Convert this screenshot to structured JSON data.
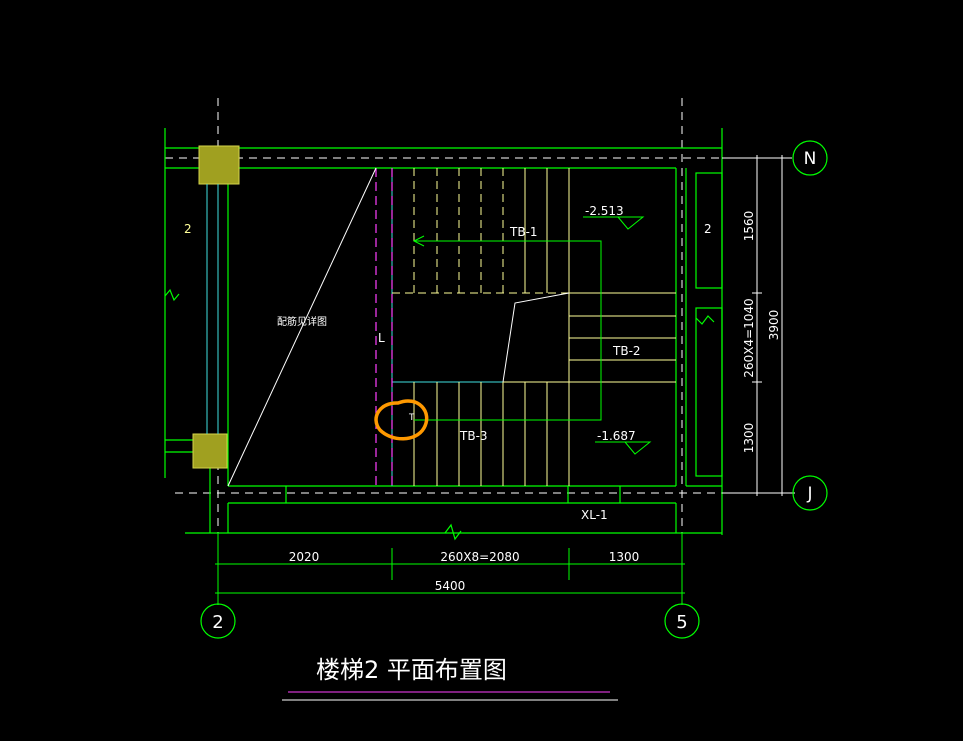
{
  "drawing": {
    "title": "楼梯2 平面布置图",
    "note_label": "配筋见详图",
    "grid_labels": {
      "N": "N",
      "J": "J",
      "c2": "2",
      "c5": "5"
    },
    "elevations": {
      "upper": "-2.513",
      "lower": "-1.687"
    },
    "flights": {
      "tb1": "TB-1",
      "tb2": "TB-2",
      "tb3": "TB-3"
    },
    "beam_label": "XL-1",
    "marks": {
      "L": "L",
      "T": "T",
      "left2": "2",
      "right2": "2"
    },
    "dims_bottom": {
      "d1": "2020",
      "d2": "260X8=2080",
      "d3": "1300",
      "total": "5400"
    },
    "dims_right": {
      "d1": "1560",
      "d2": "260X4=1040",
      "d3": "1300",
      "total": "3900"
    },
    "colors": {
      "background": "#000000",
      "wall": "#00ff00",
      "column": "#a0a020",
      "tread": "#ffff99",
      "cyan": "#40e0e0",
      "magenta": "#ff40ff",
      "text": "#ffffff",
      "highlight": "#ff9900"
    }
  }
}
